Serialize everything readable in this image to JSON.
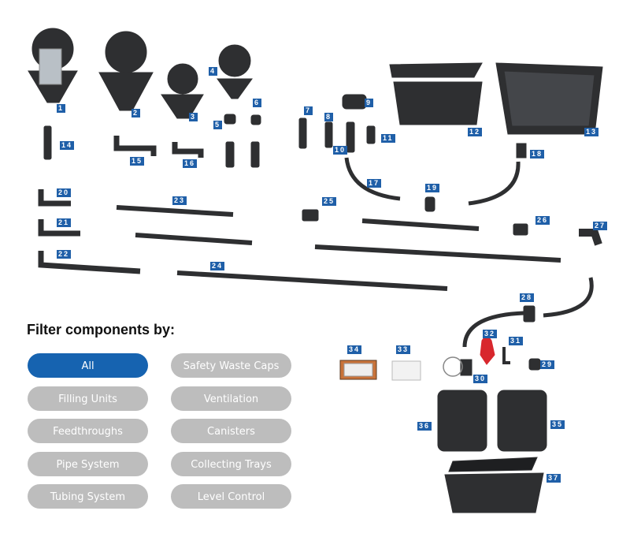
{
  "filter": {
    "title": "Filter components by:",
    "selected": "All",
    "buttons": [
      "All",
      "Safety Waste Caps",
      "Filling Units",
      "Ventilation",
      "Feedthroughs",
      "Canisters",
      "Pipe System",
      "Collecting Trays",
      "Tubing System",
      "Level Control"
    ]
  },
  "labels": [
    "1",
    "2",
    "3",
    "4",
    "5",
    "6",
    "7",
    "8",
    "9",
    "10",
    "11",
    "12",
    "13",
    "14",
    "15",
    "16",
    "17",
    "18",
    "19",
    "20",
    "21",
    "22",
    "23",
    "24",
    "25",
    "26",
    "27",
    "28",
    "29",
    "30",
    "31",
    "32",
    "33",
    "34",
    "35",
    "36",
    "37"
  ],
  "colors": {
    "accent": "#1663b0",
    "label": "#1f5fa8",
    "inactive": "#bdbdbd",
    "part": "#2e2f31"
  }
}
